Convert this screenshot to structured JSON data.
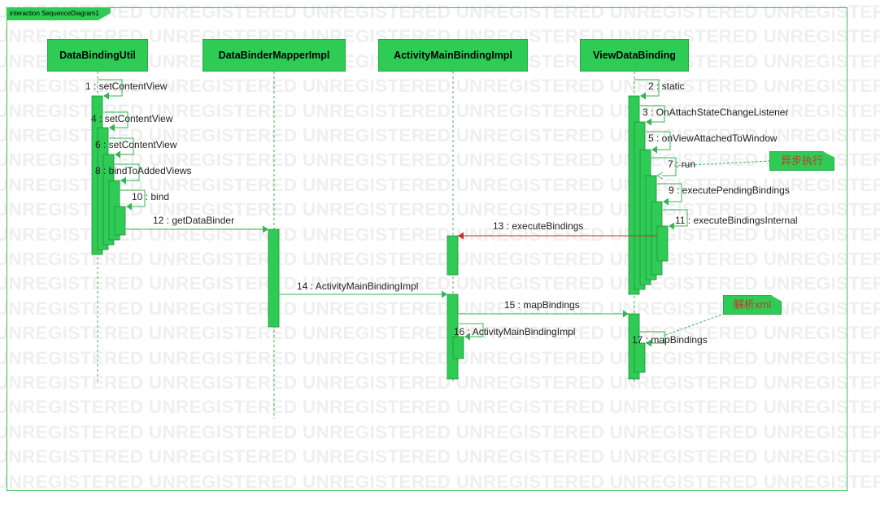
{
  "frame": {
    "title": "interaction  SequenceDiagram1"
  },
  "watermark": {
    "text": "UNREGISTERED"
  },
  "participants": [
    {
      "id": "p1",
      "label": "DataBindingUtil"
    },
    {
      "id": "p2",
      "label": "DataBinderMapperImpl"
    },
    {
      "id": "p3",
      "label": "ActivityMainBindingImpl"
    },
    {
      "id": "p4",
      "label": "ViewDataBinding"
    }
  ],
  "messages": [
    {
      "id": "m1",
      "text": "1 : setContentView"
    },
    {
      "id": "m2",
      "text": "2 : static"
    },
    {
      "id": "m3",
      "text": "3 : OnAttachStateChangeListener"
    },
    {
      "id": "m4",
      "text": "4 : setContentView"
    },
    {
      "id": "m5",
      "text": "5 : onViewAttachedToWindow"
    },
    {
      "id": "m6",
      "text": "6 : setContentView"
    },
    {
      "id": "m7",
      "text": "7 : run"
    },
    {
      "id": "m8",
      "text": "8 : bindToAddedViews"
    },
    {
      "id": "m9",
      "text": "9 : executePendingBindings"
    },
    {
      "id": "m10",
      "text": "10 : bind"
    },
    {
      "id": "m11",
      "text": "11 : executeBindingsInternal"
    },
    {
      "id": "m12",
      "text": "12 : getDataBinder"
    },
    {
      "id": "m13",
      "text": "13 : executeBindings"
    },
    {
      "id": "m14",
      "text": "14 : ActivityMainBindingImpl"
    },
    {
      "id": "m15",
      "text": "15 : mapBindings"
    },
    {
      "id": "m16",
      "text": "16 : ActivityMainBindingImpl"
    },
    {
      "id": "m17",
      "text": "17 : mapBindings"
    }
  ],
  "notes": [
    {
      "id": "n1",
      "text": "异步执行"
    },
    {
      "id": "n2",
      "text": "解析xml"
    }
  ],
  "colors": {
    "participant_fill": "#2ecc55",
    "activation_fill": "#2ecc55",
    "activation_border": "#1e8f3a",
    "message_line": "#34b552",
    "highlight_message": "#d22b2b",
    "note_text": "#c0392b",
    "watermark": "#efefef"
  }
}
